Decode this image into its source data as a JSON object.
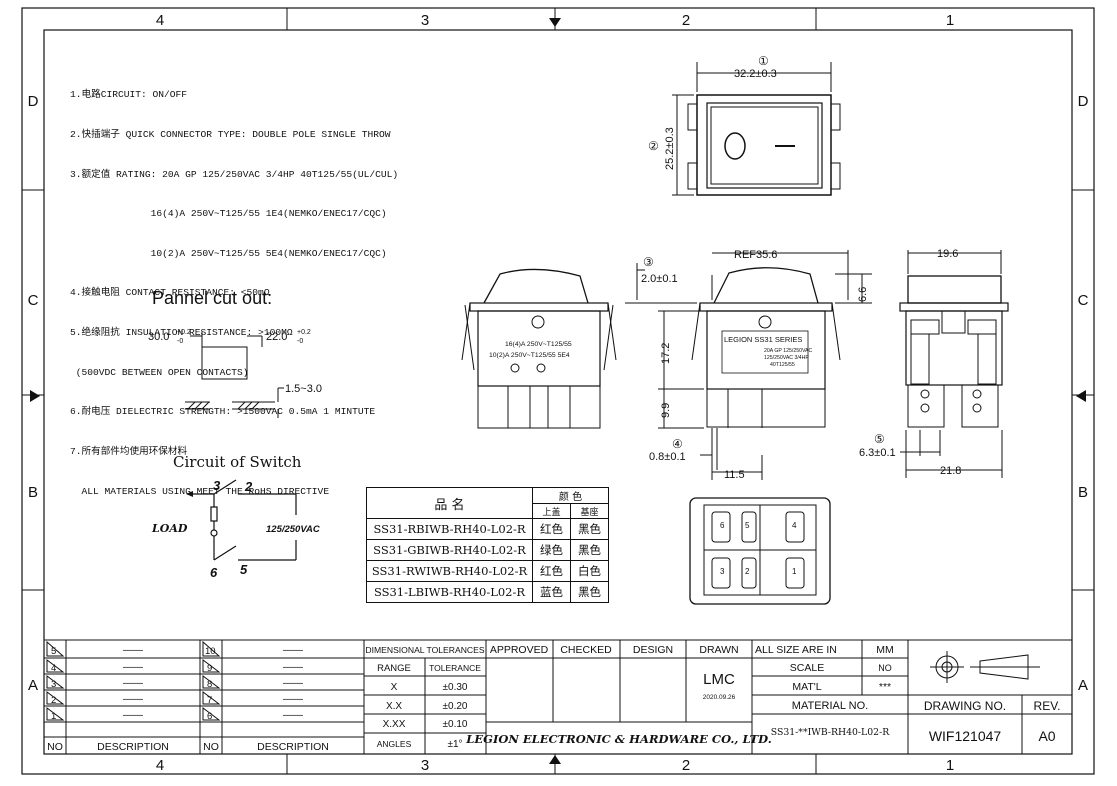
{
  "border": {
    "top_zones": [
      "4",
      "3",
      "2",
      "1"
    ],
    "bottom_zones": [
      "4",
      "3",
      "2",
      "1"
    ],
    "left_zones": [
      "D",
      "C",
      "B",
      "A"
    ],
    "right_zones": [
      "D",
      "C",
      "B",
      "A"
    ]
  },
  "notes": [
    "1.电路CIRCUIT: ON/OFF",
    "2.快插端子 QUICK CONNECTOR TYPE: DOUBLE POLE SINGLE THROW",
    "3.额定值 RATING: 20A GP 125/250VAC 3/4HP 40T125/55(UL/CUL)",
    "              16(4)A 250V~T125/55 1E4(NEMKO/ENEC17/CQC)",
    "              10(2)A 250V~T125/55 5E4(NEMKO/ENEC17/CQC)",
    "4.接触电阻 CONTACT RESISTANCE: <50mΩ",
    "5.绝缘阻抗 INSULATION RESISTANCE: >100MΩ",
    " (500VDC BETWEEN OPEN CONTACTS)",
    "6.耐电压 DIELECTRIC STRENGTH: >1500VAC 0.5mA 1 MINTUTE",
    "7.所有部件均使用环保材料",
    "  ALL MATERIALS USING MEET THE RoHS DIRECTIVE"
  ],
  "panel_cutout": {
    "title": "Pannel cut out:",
    "width": "30.0",
    "width_tol_top": "+0.2",
    "width_tol_bot": "-0",
    "height": "22.0",
    "height_tol_top": "+0.2",
    "height_tol_bot": "-0",
    "thickness": "1.5~3.0"
  },
  "circuit": {
    "title": "Circuit of Switch",
    "load_label": "LOAD",
    "voltage_label": "125/250VAC",
    "t3": "3",
    "t2": "2",
    "t6": "6",
    "t5": "5"
  },
  "dimensions": {
    "d1_marker": "①",
    "d1": "32.2±0.3",
    "d2_marker": "②",
    "d2": "25.2±0.3",
    "d3_marker": "③",
    "d3": "2.0±0.1",
    "ref": "REF35.6",
    "h172": "17.2",
    "h99": "9.9",
    "d4_marker": "④",
    "d4": "0.8±0.1",
    "w115": "11.5",
    "h66": "6.6",
    "w196": "19.6",
    "d5_marker": "⑤",
    "d5": "6.3±0.1",
    "w218": "21.8"
  },
  "switch_labels": {
    "rating1": "16(4)A 250V~T125/55",
    "rating2": "10(2)A 250V~T125/55 5E4",
    "series": "LEGION SS31 SERIES",
    "r1": "20A GP 125/250VAC",
    "r2": "125/250VAC 3/4HP",
    "r3": "40T125/55"
  },
  "terminal_numbers": [
    "6",
    "5",
    "4",
    "3",
    "2",
    "1"
  ],
  "parts_table": {
    "header_name": "品 名",
    "header_color": "颜 色",
    "header_cap": "上盖",
    "header_base": "基座",
    "rows": [
      {
        "part": "SS31-RBIWB-RH40-L02-R",
        "cap": "红色",
        "base": "黑色"
      },
      {
        "part": "SS31-GBIWB-RH40-L02-R",
        "cap": "绿色",
        "base": "黑色"
      },
      {
        "part": "SS31-RWIWB-RH40-L02-R",
        "cap": "红色",
        "base": "白色"
      },
      {
        "part": "SS31-LBIWB-RH40-L02-R",
        "cap": "蓝色",
        "base": "黑色"
      }
    ]
  },
  "revisions": {
    "left_numbers": [
      "5",
      "4",
      "3",
      "2",
      "1"
    ],
    "right_numbers": [
      "10",
      "9",
      "8",
      "7",
      "6"
    ],
    "dash": "——",
    "no_label": "NO",
    "description_label": "DESCRIPTION"
  },
  "tolerances": {
    "title": "DIMENSIONAL TOLERANCES",
    "range_label": "RANGE",
    "tolerance_label": "TOLERANCE",
    "rows": [
      {
        "range": "X",
        "tol": "±0.30"
      },
      {
        "range": "X.X",
        "tol": "±0.20"
      },
      {
        "range": "X.XX",
        "tol": "±0.10"
      },
      {
        "range": "ANGLES",
        "tol": "±1°"
      }
    ]
  },
  "title_block": {
    "approved": "APPROVED",
    "checked": "CHECKED",
    "design": "DESIGN",
    "drawn": "DRAWN",
    "drawn_by": "LMC",
    "drawn_date": "2020.09.26",
    "company": "LEGION ELECTRONIC & HARDWARE CO., LTD.",
    "size_label": "ALL SIZE ARE IN",
    "size_unit": "MM",
    "scale_label": "SCALE",
    "scale_value": "NO",
    "mat_label": "MAT'L",
    "mat_value": "***",
    "material_no_label": "MATERIAL NO.",
    "material_no": "SS31-**IWB-RH40-L02-R",
    "drawing_no_label": "DRAWING NO.",
    "drawing_no": "WIF121047",
    "rev_label": "REV.",
    "rev": "A0"
  }
}
